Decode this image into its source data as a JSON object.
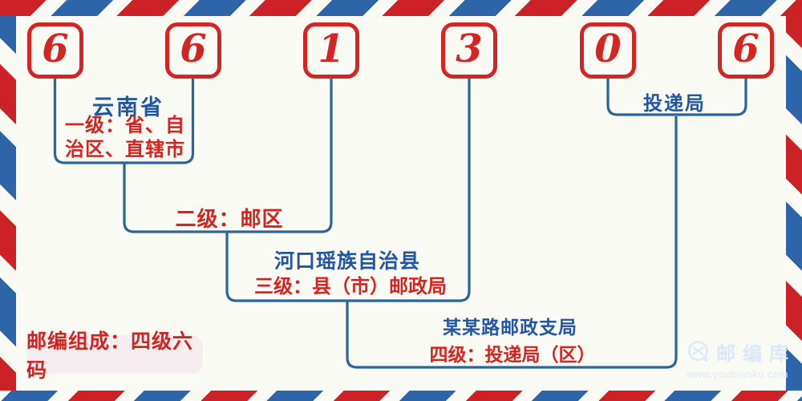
{
  "postal_code": {
    "code": "661306",
    "digits": [
      "6",
      "6",
      "1",
      "3",
      "0",
      "6"
    ]
  },
  "annotations": {
    "level1_place": "云南省",
    "level1_desc": "一级：省、自治区、直辖市",
    "level2_desc": "二级：邮区",
    "level3_place": "河口瑶族自治县",
    "level3_desc": "三级：县（市）邮政局",
    "level4_place": "某某路邮政支局",
    "level4_desc": "四级：投递局（区）",
    "digits56_label": "投递局"
  },
  "badge": {
    "text": "邮编组成：四级六码"
  },
  "watermark": {
    "brand": "邮编库",
    "url": "www.youbianku.com",
    "icon": "envelope-circle-icon"
  },
  "colors": {
    "digit_red": "#d42523",
    "text_red": "#d5241f",
    "text_blue": "#2156a5",
    "line_blue": "#2d6399",
    "stripe_red": "#cc2127",
    "stripe_blue": "#2e64a8",
    "badge_bg": "#f6edf1",
    "watermark_blue": "#dce8f8",
    "background": "#fafaf5"
  }
}
